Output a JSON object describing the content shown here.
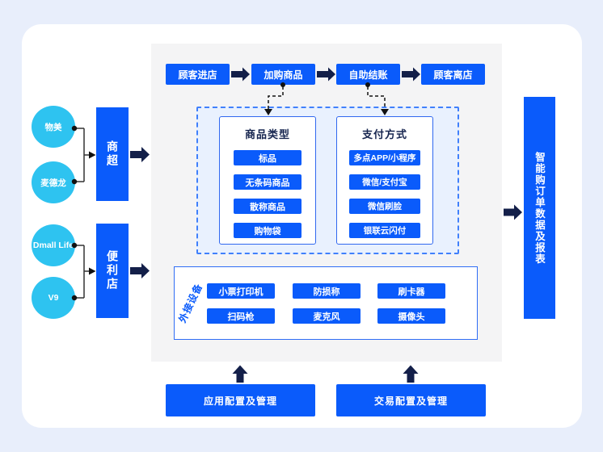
{
  "palette": {
    "page_bg": "#e8eefb",
    "card_bg": "#ffffff",
    "panel_gray": "#f4f4f5",
    "brand_blue": "#0a5bfb",
    "arrow_navy": "#131f49",
    "brand_cyan": "#2ec3f0",
    "dashed_border_blue": "#4080fc",
    "dashed_bg": "#e9f1fe"
  },
  "stores": {
    "supermarket": {
      "label": "商超",
      "brands": [
        "物美",
        "麦德龙"
      ]
    },
    "convenience": {
      "label": "便利店",
      "brands": [
        "Dmall Life",
        "V9"
      ]
    }
  },
  "flow": {
    "steps": [
      "顾客进店",
      "加购商品",
      "自助结账",
      "顾客离店"
    ]
  },
  "product_types": {
    "title": "商品类型",
    "items": [
      "标品",
      "无条码商品",
      "散称商品",
      "购物袋"
    ]
  },
  "payment_methods": {
    "title": "支付方式",
    "items": [
      "多点APP/小程序",
      "微信/支付宝",
      "微信刷脸",
      "银联云闪付"
    ]
  },
  "devices": {
    "title": "外接设备",
    "items": [
      "小票打印机",
      "防损称",
      "刷卡器",
      "扫码枪",
      "麦克风",
      "摄像头"
    ]
  },
  "output": {
    "label": "智能购订单数据及报表"
  },
  "management": {
    "items": [
      "应用配置及管理",
      "交易配置及管理"
    ]
  }
}
